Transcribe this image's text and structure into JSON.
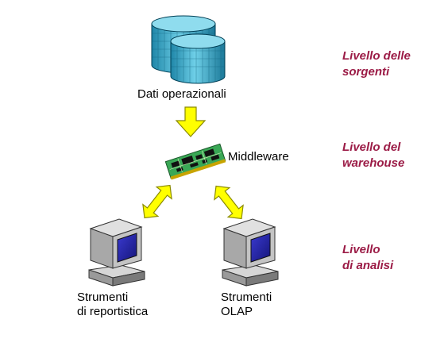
{
  "diagram": {
    "sources_label": "Dati operazionali",
    "middleware_label": "Middleware",
    "reporting_label": [
      "Strumenti",
      "di reportistica"
    ],
    "olap_label": [
      "Strumenti",
      "OLAP"
    ]
  },
  "levels": {
    "sources": [
      "Livello delle",
      "sorgenti"
    ],
    "warehouse": [
      "Livello del",
      "warehouse"
    ],
    "analysis": [
      "Livello",
      "di analisi"
    ]
  },
  "colors": {
    "level_text": "#9b1b46",
    "arrow_fill": "#ffff00",
    "arrow_stroke": "#8a8a00",
    "db_top": "#7fd3e6",
    "db_side": "#2a9ec0",
    "computer_body": "#bfbfbf",
    "screen": "#2a2ab8",
    "board": "#2e9a4a"
  },
  "icons": [
    "database-icon",
    "circuit-board-icon",
    "computer-icon",
    "double-arrow-icon",
    "down-arrow-icon"
  ]
}
